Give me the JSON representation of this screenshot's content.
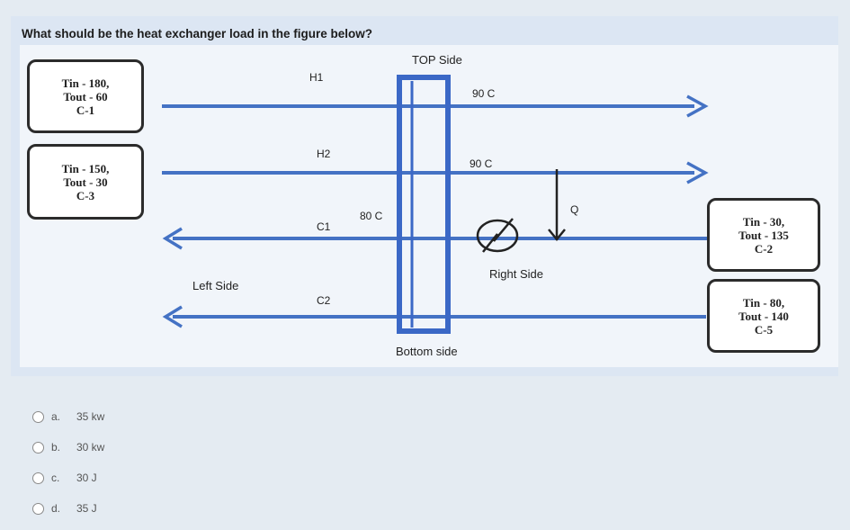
{
  "question": {
    "text": "What should be the heat exchanger load in the figure below?"
  },
  "figure": {
    "top_side_label": "TOP Side",
    "bottom_side_label": "Bottom side",
    "left_side_label": "Left Side",
    "right_side_label": "Right Side",
    "streams": {
      "h1": "H1",
      "h2": "H2",
      "c1": "C1",
      "c2": "C2"
    },
    "temperatures": {
      "h1_exchanger": "90 C",
      "h2_exchanger": "90 C",
      "c1_exchanger": "80 C"
    },
    "heater_q_label": "Q",
    "stream_boxes": {
      "h1": [
        "Tin - 180,",
        "Tout - 60",
        "C-1"
      ],
      "h2": [
        "Tin - 150,",
        "Tout - 30",
        "C-3"
      ],
      "c1": [
        "Tin - 30,",
        "Tout - 135",
        "C-2"
      ],
      "c2": [
        "Tin - 80,",
        "Tout - 140",
        "C-5"
      ]
    },
    "colors": {
      "stream_line": "#4472c4",
      "exchanger": "#3b68c6",
      "box_border": "#2b2b2b"
    }
  },
  "options": [
    {
      "letter": "a.",
      "text": "35 kw"
    },
    {
      "letter": "b.",
      "text": "30 kw"
    },
    {
      "letter": "c.",
      "text": "30 J"
    },
    {
      "letter": "d.",
      "text": "35 J"
    }
  ]
}
